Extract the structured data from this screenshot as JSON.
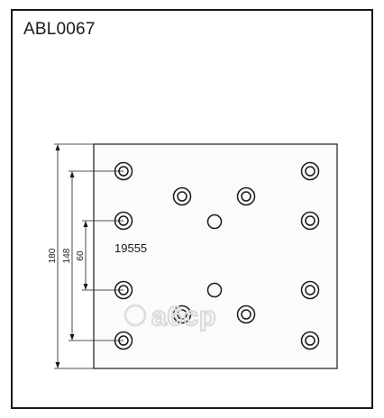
{
  "part_number": "ABL0067",
  "reference_number": "19555",
  "dimensions": {
    "overall_height": "180",
    "outer_hole_spacing": "148",
    "inner_hole_spacing": "60"
  },
  "watermark": "a6cp",
  "holes": {
    "countersunk": 12,
    "plain": 2
  }
}
